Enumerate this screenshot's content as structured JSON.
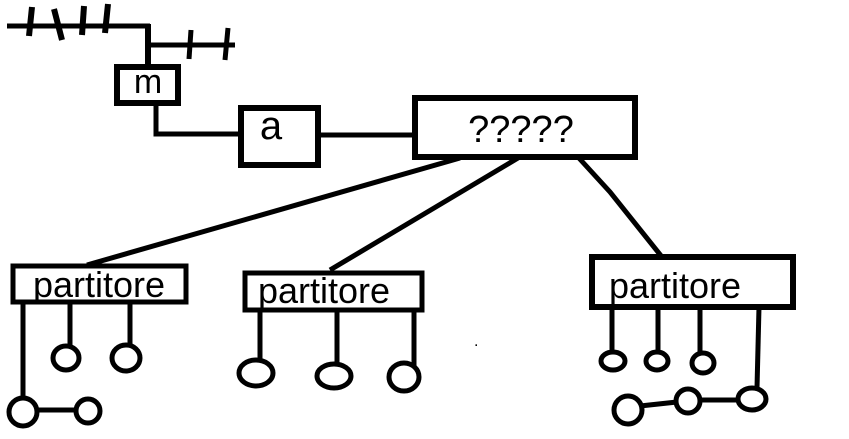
{
  "colors": {
    "ink": "#000000",
    "background": "#ffffff"
  },
  "nodes": {
    "masthead_amp": {
      "label": "m"
    },
    "amplifier": {
      "label": "a"
    },
    "unknown": {
      "label": "?????"
    },
    "splitter1": {
      "label": "partitore"
    },
    "splitter2": {
      "label": "partitore"
    },
    "splitter3": {
      "label": "partitore"
    }
  },
  "stray_mark": "."
}
